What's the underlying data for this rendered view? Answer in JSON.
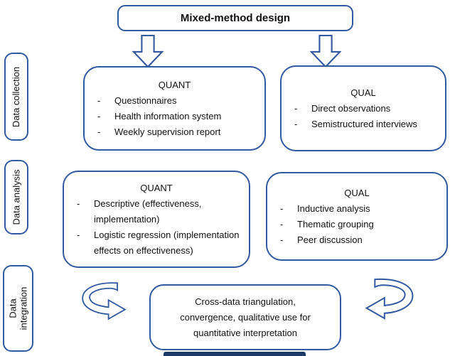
{
  "colors": {
    "stroke": "#33599f",
    "dark_bar": "#1e3a66",
    "text": "#111111"
  },
  "title_box": {
    "label": "Mixed-method design"
  },
  "sidebar": {
    "items": [
      {
        "label": "Data collection"
      },
      {
        "label": "Data analysis"
      },
      {
        "label": "Data integration"
      }
    ]
  },
  "collection": {
    "quant": {
      "title": "QUANT",
      "items": [
        "Questionnaires",
        "Health information system",
        "Weekly supervision report"
      ]
    },
    "qual": {
      "title": "QUAL",
      "items": [
        "Direct observations",
        "Semistructured interviews"
      ]
    }
  },
  "analysis": {
    "quant": {
      "title": "QUANT",
      "items": [
        "Descriptive (effectiveness, implementation)",
        "Logistic regression (implementation effects on effectiveness)"
      ]
    },
    "qual": {
      "title": "QUAL",
      "items": [
        "Inductive analysis",
        "Thematic grouping",
        "Peer discussion"
      ]
    }
  },
  "integration": {
    "lines": [
      "Cross-data triangulation,",
      "convergence, qualitative use for",
      "quantitative interpretation"
    ]
  },
  "icons": {
    "down_arrow": "block-arrow-down",
    "curve_left": "curved-arrow-pointing-right",
    "curve_right": "curved-arrow-pointing-left"
  }
}
